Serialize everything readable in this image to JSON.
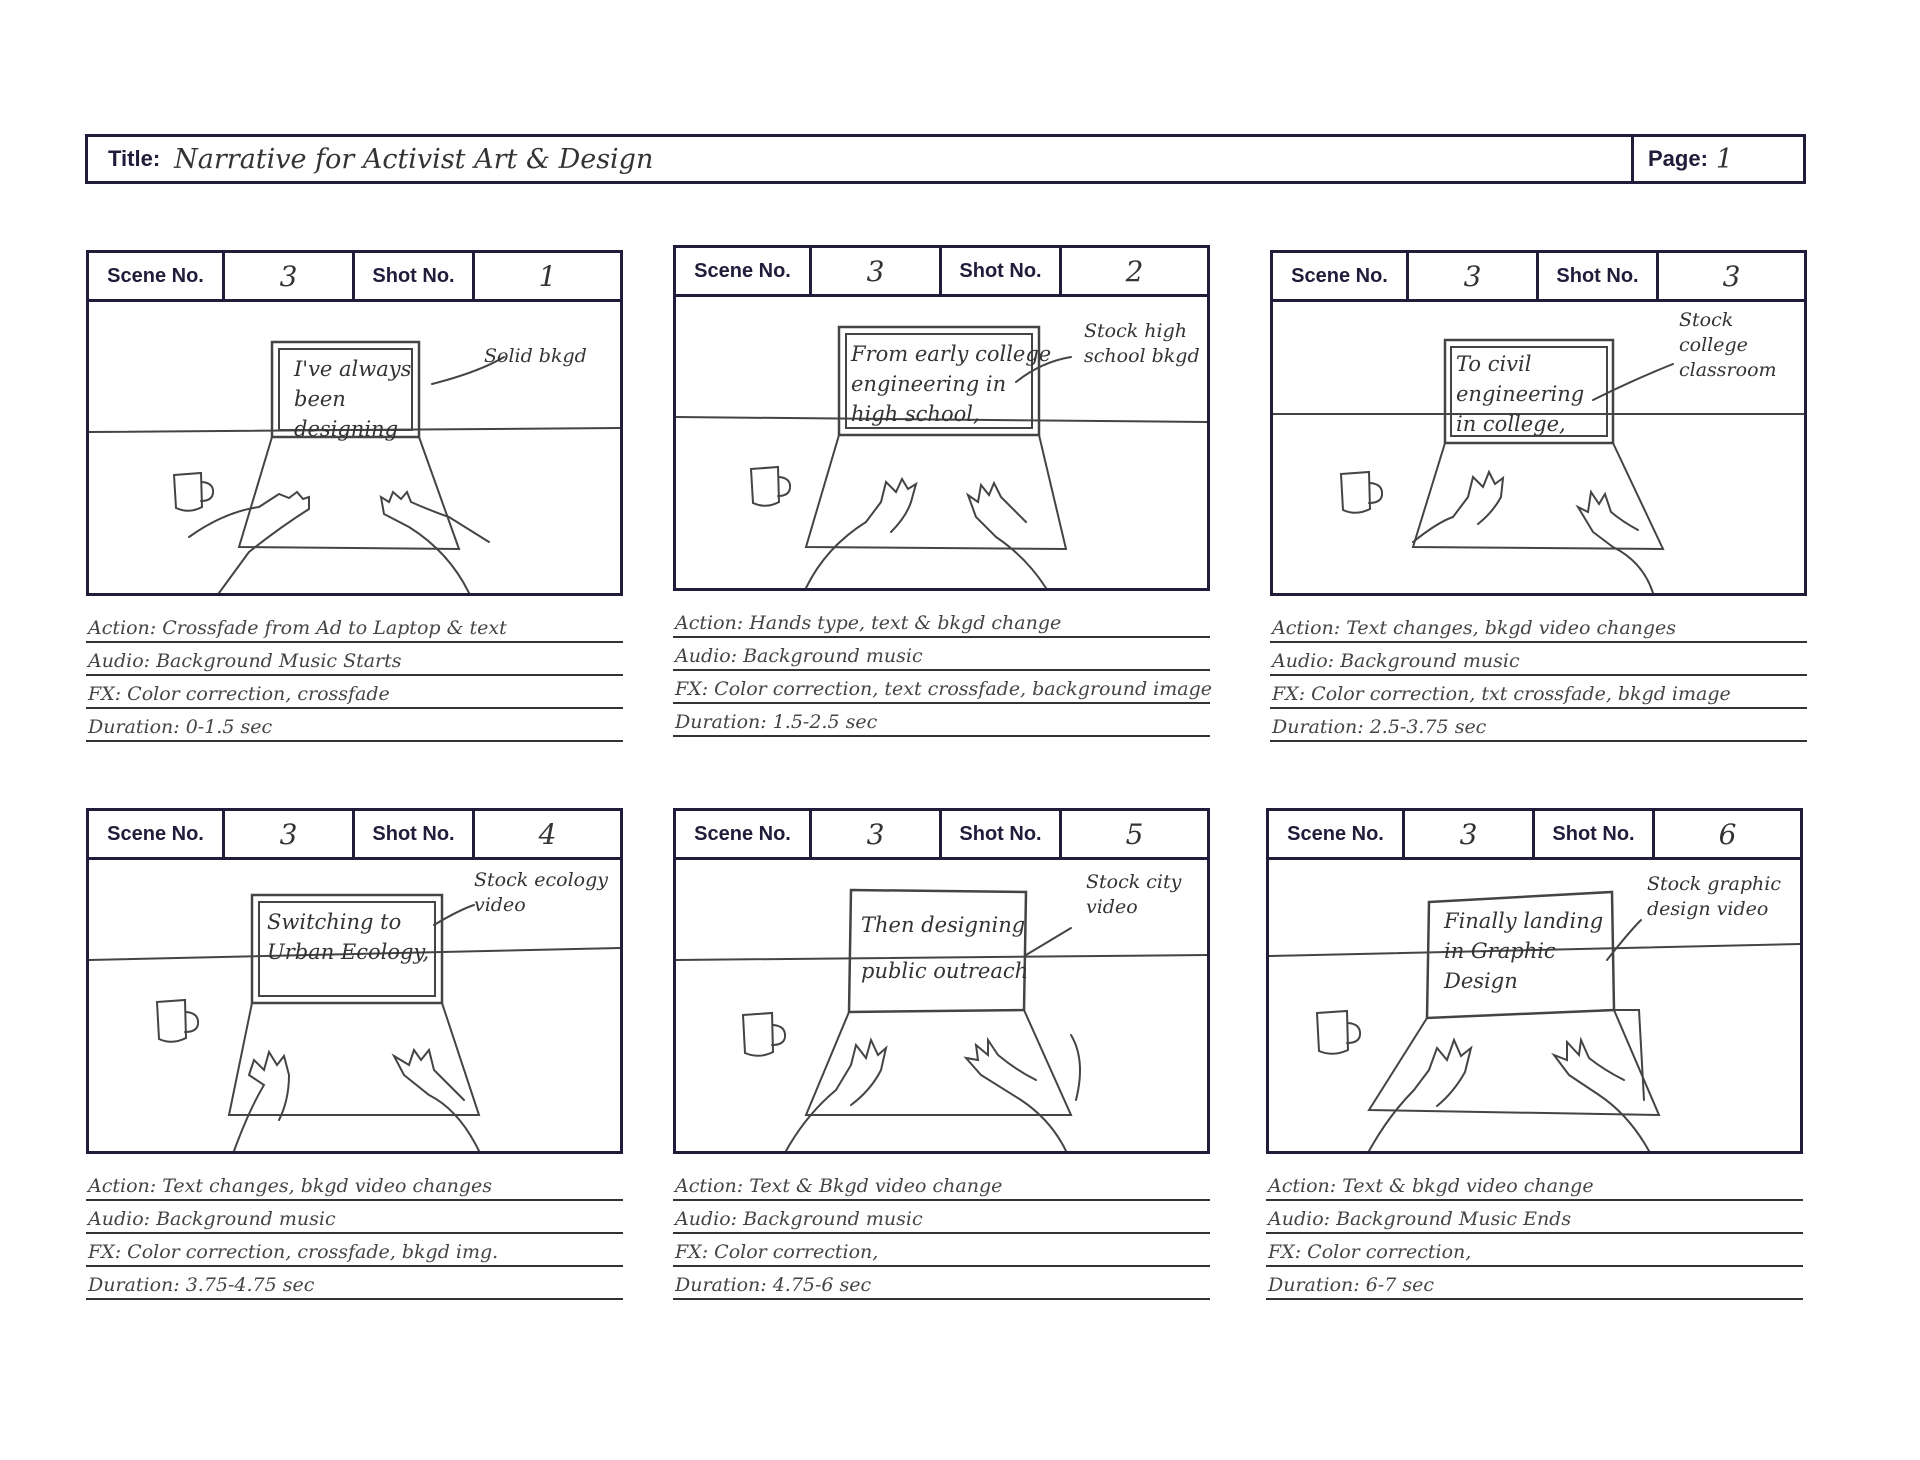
{
  "header": {
    "title_label": "Title:",
    "title_value": "Narrative for Activist Art & Design",
    "page_label": "Page:",
    "page_value": "1"
  },
  "panels": [
    {
      "scene_label": "Scene No.",
      "scene": "3",
      "shot_label": "Shot No.",
      "shot": "1",
      "screen_text": "I've always\nbeen\ndesigning",
      "note": "Solid bkgd",
      "action": "Action: Crossfade from Ad to Laptop & text",
      "audio": "Audio: Background Music Starts",
      "fx": "FX: Color correction, crossfade",
      "duration": "Duration: 0-1.5 sec"
    },
    {
      "scene_label": "Scene No.",
      "scene": "3",
      "shot_label": "Shot No.",
      "shot": "2",
      "screen_text": "From early college\nengineering in\nhigh school,",
      "note": "Stock high\nschool bkgd",
      "action": "Action: Hands type, text & bkgd change",
      "audio": "Audio: Background music",
      "fx": "FX: Color correction, text crossfade, background image",
      "duration": "Duration: 1.5-2.5 sec"
    },
    {
      "scene_label": "Scene No.",
      "scene": "3",
      "shot_label": "Shot No.",
      "shot": "3",
      "screen_text": "To civil\nengineering\nin college,",
      "note": "Stock\ncollege\nclassroom",
      "action": "Action: Text changes, bkgd video changes",
      "audio": "Audio: Background music",
      "fx": "FX: Color correction, txt crossfade, bkgd image",
      "duration": "Duration: 2.5-3.75 sec"
    },
    {
      "scene_label": "Scene No.",
      "scene": "3",
      "shot_label": "Shot No.",
      "shot": "4",
      "screen_text": "Switching to\nUrban Ecology,",
      "note": "Stock ecology\nvideo",
      "action": "Action: Text changes, bkgd video changes",
      "audio": "Audio: Background music",
      "fx": "FX: Color correction, crossfade, bkgd img.",
      "duration": "Duration: 3.75-4.75 sec"
    },
    {
      "scene_label": "Scene No.",
      "scene": "3",
      "shot_label": "Shot No.",
      "shot": "5",
      "screen_text": "Then designing\npublic outreach",
      "note": "Stock city\nvideo",
      "action": "Action: Text & Bkgd video change",
      "audio": "Audio: Background music",
      "fx": "FX: Color correction,",
      "duration": "Duration: 4.75-6 sec"
    },
    {
      "scene_label": "Scene No.",
      "scene": "3",
      "shot_label": "Shot No.",
      "shot": "6",
      "screen_text": "Finally landing\nin Graphic\nDesign",
      "note": "Stock graphic\ndesign video",
      "action": "Action: Text & bkgd video change",
      "audio": "Audio: Background Music Ends",
      "fx": "FX: Color correction,",
      "duration": "Duration: 6-7 sec"
    }
  ]
}
